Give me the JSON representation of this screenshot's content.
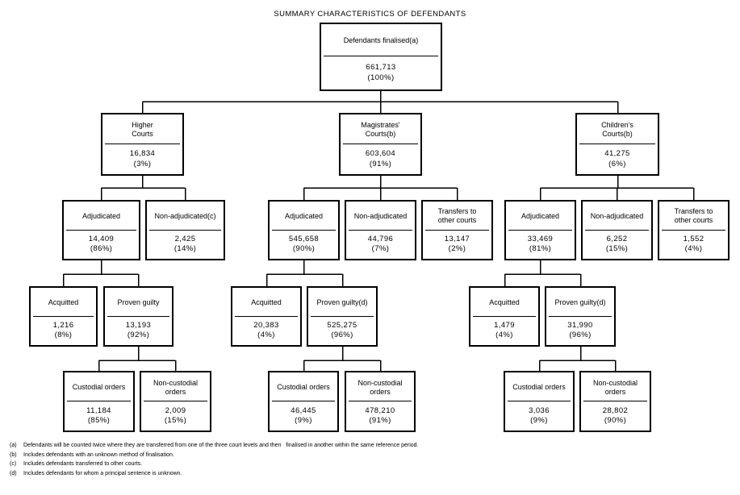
{
  "title": "SUMMARY CHARACTERISTICS OF DEFENDANTS",
  "nodes": {
    "root": {
      "label": "Defendants finalised(a)",
      "value": "661,713",
      "percent": "(100%)"
    },
    "higher": {
      "label": "Higher\nCourts",
      "value": "16,834",
      "percent": "(3%)"
    },
    "magistrates": {
      "label": "Magistrates'\nCourts(b)",
      "value": "603,604",
      "percent": "(91%)"
    },
    "childrens": {
      "label": "Children's\nCourts(b)",
      "value": "41,275",
      "percent": "(6%)"
    },
    "higher_adjudicated": {
      "label": "Adjudicated",
      "value": "14,409",
      "percent": "(86%)"
    },
    "higher_non_adjudicated": {
      "label": "Non-adjudicated(c)",
      "value": "2,425",
      "percent": "(14%)"
    },
    "mag_adjudicated": {
      "label": "Adjudicated",
      "value": "545,658",
      "percent": "(90%)"
    },
    "mag_non_adjudicated": {
      "label": "Non-adjudicated",
      "value": "44,796",
      "percent": "(7%)"
    },
    "mag_transfers": {
      "label": "Transfers to\nother courts",
      "value": "13,147",
      "percent": "(2%)"
    },
    "child_adjudicated": {
      "label": "Adjudicated",
      "value": "33,469",
      "percent": "(81%)"
    },
    "child_non_adjudicated": {
      "label": "Non-adjudicated",
      "value": "6,252",
      "percent": "(15%)"
    },
    "child_transfers": {
      "label": "Transfers to\nother courts",
      "value": "1,552",
      "percent": "(4%)"
    },
    "higher_acquitted": {
      "label": "Acquitted",
      "value": "1,216",
      "percent": "(8%)"
    },
    "higher_proven_guilty": {
      "label": "Proven guilty",
      "value": "13,193",
      "percent": "(92%)"
    },
    "mag_acquitted": {
      "label": "Acquitted",
      "value": "20,383",
      "percent": "(4%)"
    },
    "mag_proven_guilty": {
      "label": "Proven guilty(d)",
      "value": "525,275",
      "percent": "(96%)"
    },
    "child_acquitted": {
      "label": "Acquitted",
      "value": "1,479",
      "percent": "(4%)"
    },
    "child_proven_guilty": {
      "label": "Proven guilty(d)",
      "value": "31,990",
      "percent": "(96%)"
    },
    "higher_custodial": {
      "label": "Custodial orders",
      "value": "11,184",
      "percent": "(85%)"
    },
    "higher_non_custodial": {
      "label": "Non-custodial\norders",
      "value": "2,009",
      "percent": "(15%)"
    },
    "mag_custodial": {
      "label": "Custodial orders",
      "value": "46,445",
      "percent": "(9%)"
    },
    "mag_non_custodial": {
      "label": "Non-custodial\norders",
      "value": "478,210",
      "percent": "(91%)"
    },
    "child_custodial": {
      "label": "Custodial orders",
      "value": "3,036",
      "percent": "(9%)"
    },
    "child_non_custodial": {
      "label": "Non-custodial\norders",
      "value": "28,802",
      "percent": "(90%)"
    }
  },
  "footnotes": [
    {
      "marker": "(a)",
      "text": "Defendants will be counted twice where they are transferred from one of the three court levels and then   finalised in another within the same reference period."
    },
    {
      "marker": "(b)",
      "text": "Includes defendants with an unknown method of finalisation."
    },
    {
      "marker": "(c)",
      "text": "Includes defendants transferred to other courts."
    },
    {
      "marker": "(d)",
      "text": "Includes defendants for whom a principal sentence is unknown."
    }
  ]
}
